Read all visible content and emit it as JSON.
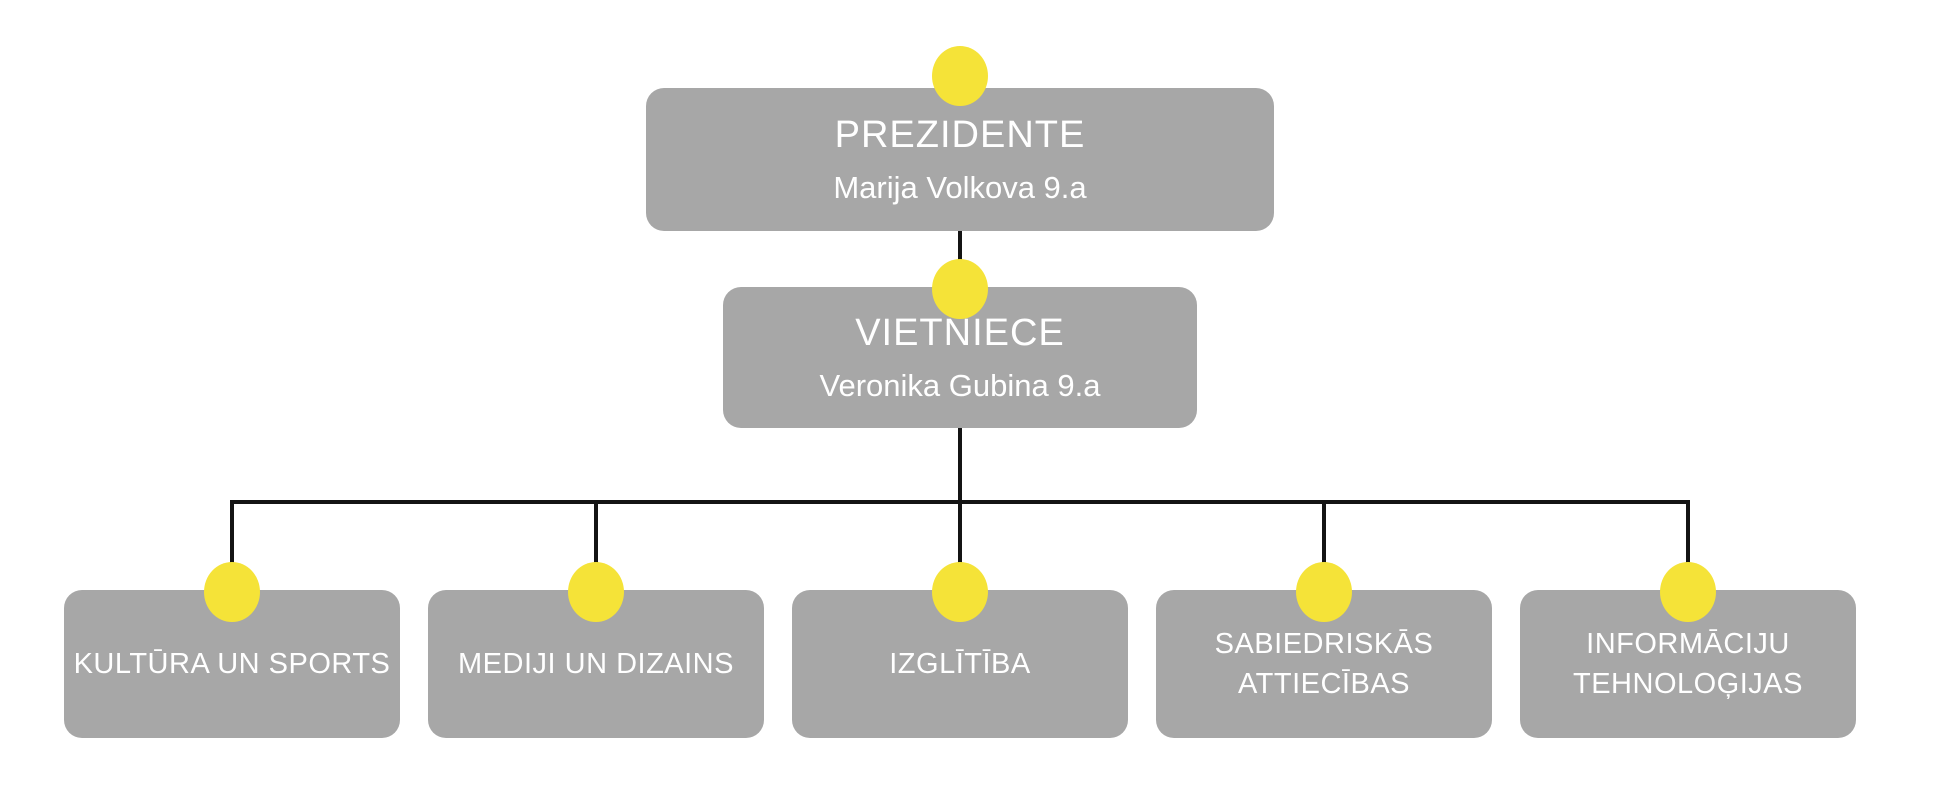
{
  "org_chart": {
    "root": {
      "title": "PREZIDENTE",
      "name": "Marija Volkova 9.a"
    },
    "deputy": {
      "title": "VIETNIECE",
      "name": "Veronika Gubina 9.a"
    },
    "departments": [
      {
        "label": "KULTŪRA UN SPORTS"
      },
      {
        "label": "MEDIJI UN DIZAINS"
      },
      {
        "label": "IZGLĪTĪBA"
      },
      {
        "label": "SABIEDRISKĀS ATTIECĪBAS"
      },
      {
        "label": "INFORMĀCIJU TEHNOLOĢIJAS"
      }
    ],
    "colors": {
      "box_gray": "#a7a7a7",
      "accent_yellow": "#f5e338",
      "line_black": "#141414",
      "text_white": "#ffffff",
      "background": "#ffffff"
    }
  }
}
